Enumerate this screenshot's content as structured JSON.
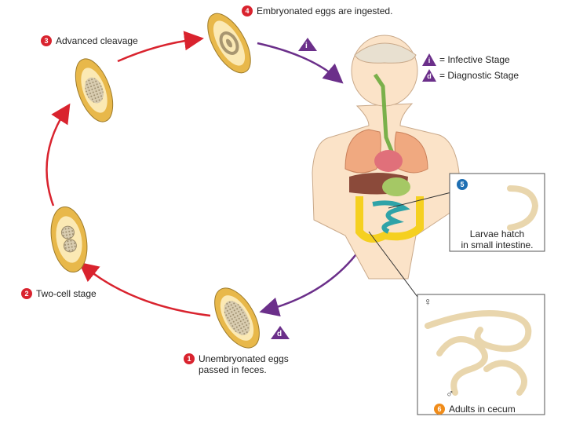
{
  "steps": [
    {
      "num": "1",
      "text": "Unembryonated eggs",
      "text2": "passed in feces."
    },
    {
      "num": "2",
      "text": "Two-cell stage"
    },
    {
      "num": "3",
      "text": "Advanced cleavage"
    },
    {
      "num": "4",
      "text": "Embryonated eggs are ingested."
    },
    {
      "num": "5",
      "text": "Larvae hatch",
      "text2": "in small intestine."
    },
    {
      "num": "6",
      "text": "Adults in cecum"
    }
  ],
  "legend": {
    "infective_letter": "i",
    "infective_text": "= Infective Stage",
    "diagnostic_letter": "d",
    "diagnostic_text": "= Diagnostic Stage"
  },
  "markers": {
    "infective_letter": "i",
    "diagnostic_letter": "d"
  },
  "sex_symbols": {
    "female": "♀",
    "male": "♂"
  },
  "colors": {
    "cycle_arrow": "#d9232e",
    "host_arrow": "#6b2f8a",
    "egg_shell": "#e8b84a",
    "egg_inner": "#fbe9b4",
    "body_skin": "#fbe3c8",
    "worm": "#e9d6ad"
  }
}
